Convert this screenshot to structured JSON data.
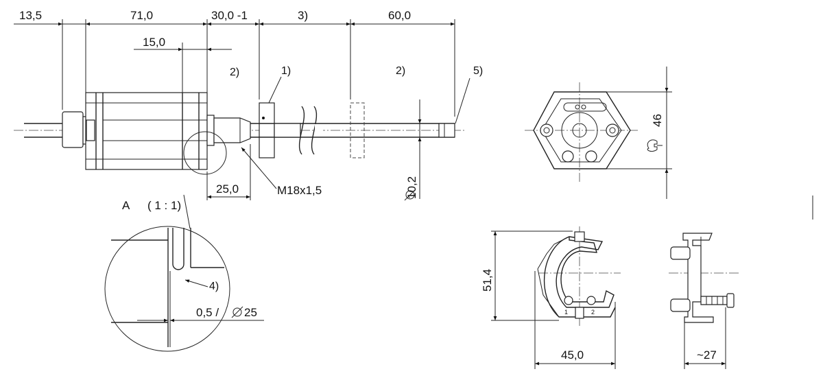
{
  "dimensions": {
    "d_13_5": "13,5",
    "d_71_0": "71,0",
    "d_30_0": "30,0 -1",
    "d_note3": "3)",
    "d_60_0": "60,0",
    "d_15_0": "15,0",
    "d_25_0": "25,0",
    "d_10_2": "10,2",
    "d_46": "46",
    "d_51_4": "51,4",
    "d_45_0": "45,0",
    "d_27": "~27",
    "d_detail_gap": "0,5 /",
    "d_detail_dia": "25"
  },
  "notes": {
    "n1": "1)",
    "n2a": "2)",
    "n2b": "2)",
    "n4": "4)",
    "n5": "5)"
  },
  "thread": "M18x1,5",
  "detail": {
    "letter": "A",
    "scale": "( 1 : 1)"
  },
  "pin_labels": {
    "p1": "1",
    "p2": "2"
  }
}
